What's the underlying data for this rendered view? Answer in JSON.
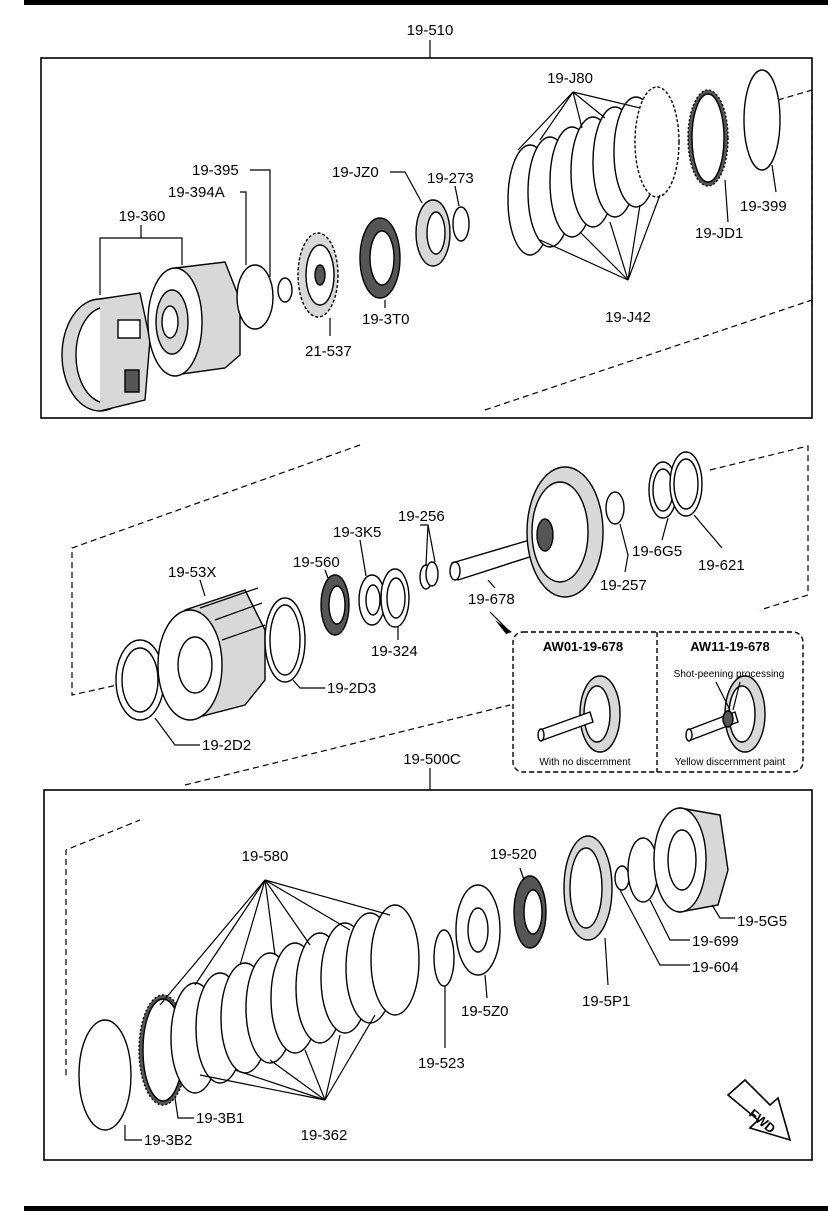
{
  "assemblies": {
    "top": "19-510",
    "bottom": "19-500C"
  },
  "parts": {
    "p19_360": "19-360",
    "p19_394A": "19-394A",
    "p19_395": "19-395",
    "p21_537": "21-537",
    "p19_JZ0": "19-JZ0",
    "p19_3T0": "19-3T0",
    "p19_273": "19-273",
    "p19_J80": "19-J80",
    "p19_J42": "19-J42",
    "p19_JD1": "19-JD1",
    "p19_399": "19-399",
    "p19_53X": "19-53X",
    "p19_2D2": "19-2D2",
    "p19_2D3": "19-2D3",
    "p19_560": "19-560",
    "p19_3K5": "19-3K5",
    "p19_324": "19-324",
    "p19_256": "19-256",
    "p19_678": "19-678",
    "p19_257": "19-257",
    "p19_6G5": "19-6G5",
    "p19_621": "19-621",
    "p19_580": "19-580",
    "p19_3B1": "19-3B1",
    "p19_3B2": "19-3B2",
    "p19_362": "19-362",
    "p19_523": "19-523",
    "p19_5Z0": "19-5Z0",
    "p19_520": "19-520",
    "p19_5P1": "19-5P1",
    "p19_604": "19-604",
    "p19_699": "19-699",
    "p19_5G5": "19-5G5"
  },
  "inset": {
    "left_title": "AW01-19-678",
    "left_caption": "With no discernment",
    "right_title": "AW11-19-678",
    "right_note": "Shot-peening processing",
    "right_caption": "Yellow discernment paint"
  },
  "fwd_label": "FWD"
}
